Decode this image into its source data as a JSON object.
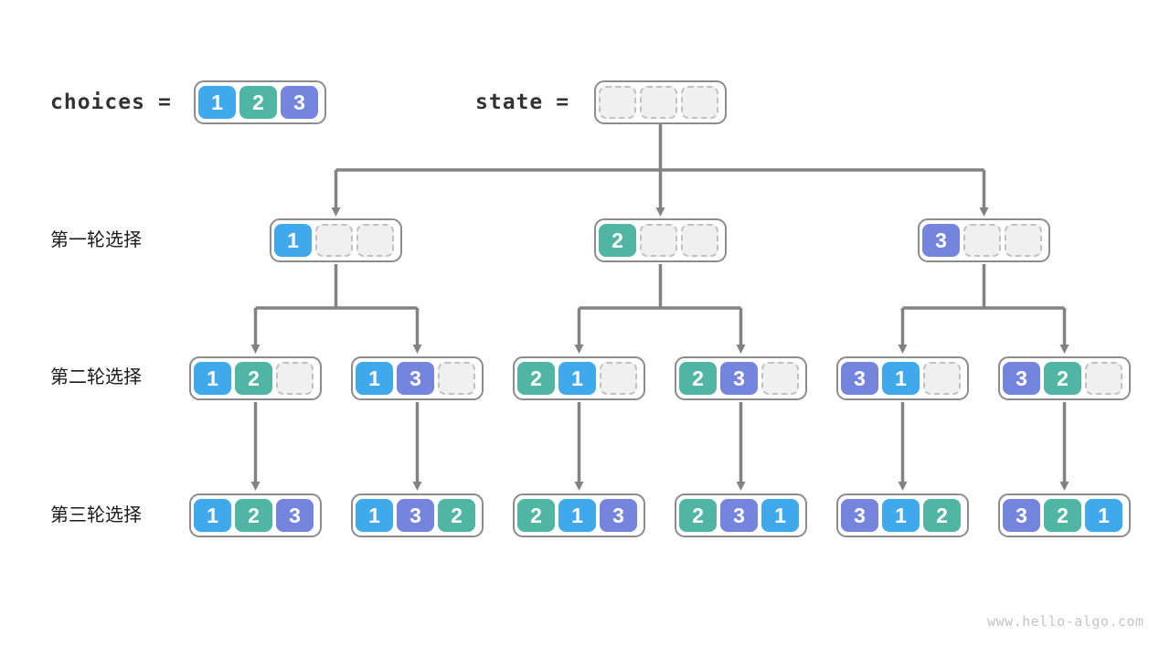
{
  "diagram": {
    "choices_label": "choices",
    "state_label": "state",
    "equals": "=",
    "row_labels": [
      "第一轮选择",
      "第二轮选择",
      "第三轮选择"
    ],
    "watermark": "www.hello-algo.com"
  },
  "colors": {
    "c1": "#3FA9EC",
    "c2": "#50B6A3",
    "c3": "#7584DC",
    "arrow": "#828282",
    "box-border": "#8C8C8C",
    "empty-fill": "#F0F0F0",
    "empty-border": "#C0C0C0",
    "label": "#1A1A1A",
    "code": "#333333",
    "watermark": "#C4C4C4"
  },
  "boxes": {
    "choices": [
      1,
      2,
      3
    ],
    "state": [
      null,
      null,
      null
    ],
    "round1": [
      [
        1,
        null,
        null
      ],
      [
        2,
        null,
        null
      ],
      [
        3,
        null,
        null
      ]
    ],
    "round2": [
      [
        1,
        2,
        null
      ],
      [
        1,
        3,
        null
      ],
      [
        2,
        1,
        null
      ],
      [
        2,
        3,
        null
      ],
      [
        3,
        1,
        null
      ],
      [
        3,
        2,
        null
      ]
    ],
    "round3": [
      [
        1,
        2,
        3
      ],
      [
        1,
        3,
        2
      ],
      [
        2,
        1,
        3
      ],
      [
        2,
        3,
        1
      ],
      [
        3,
        1,
        2
      ],
      [
        3,
        2,
        1
      ]
    ]
  }
}
